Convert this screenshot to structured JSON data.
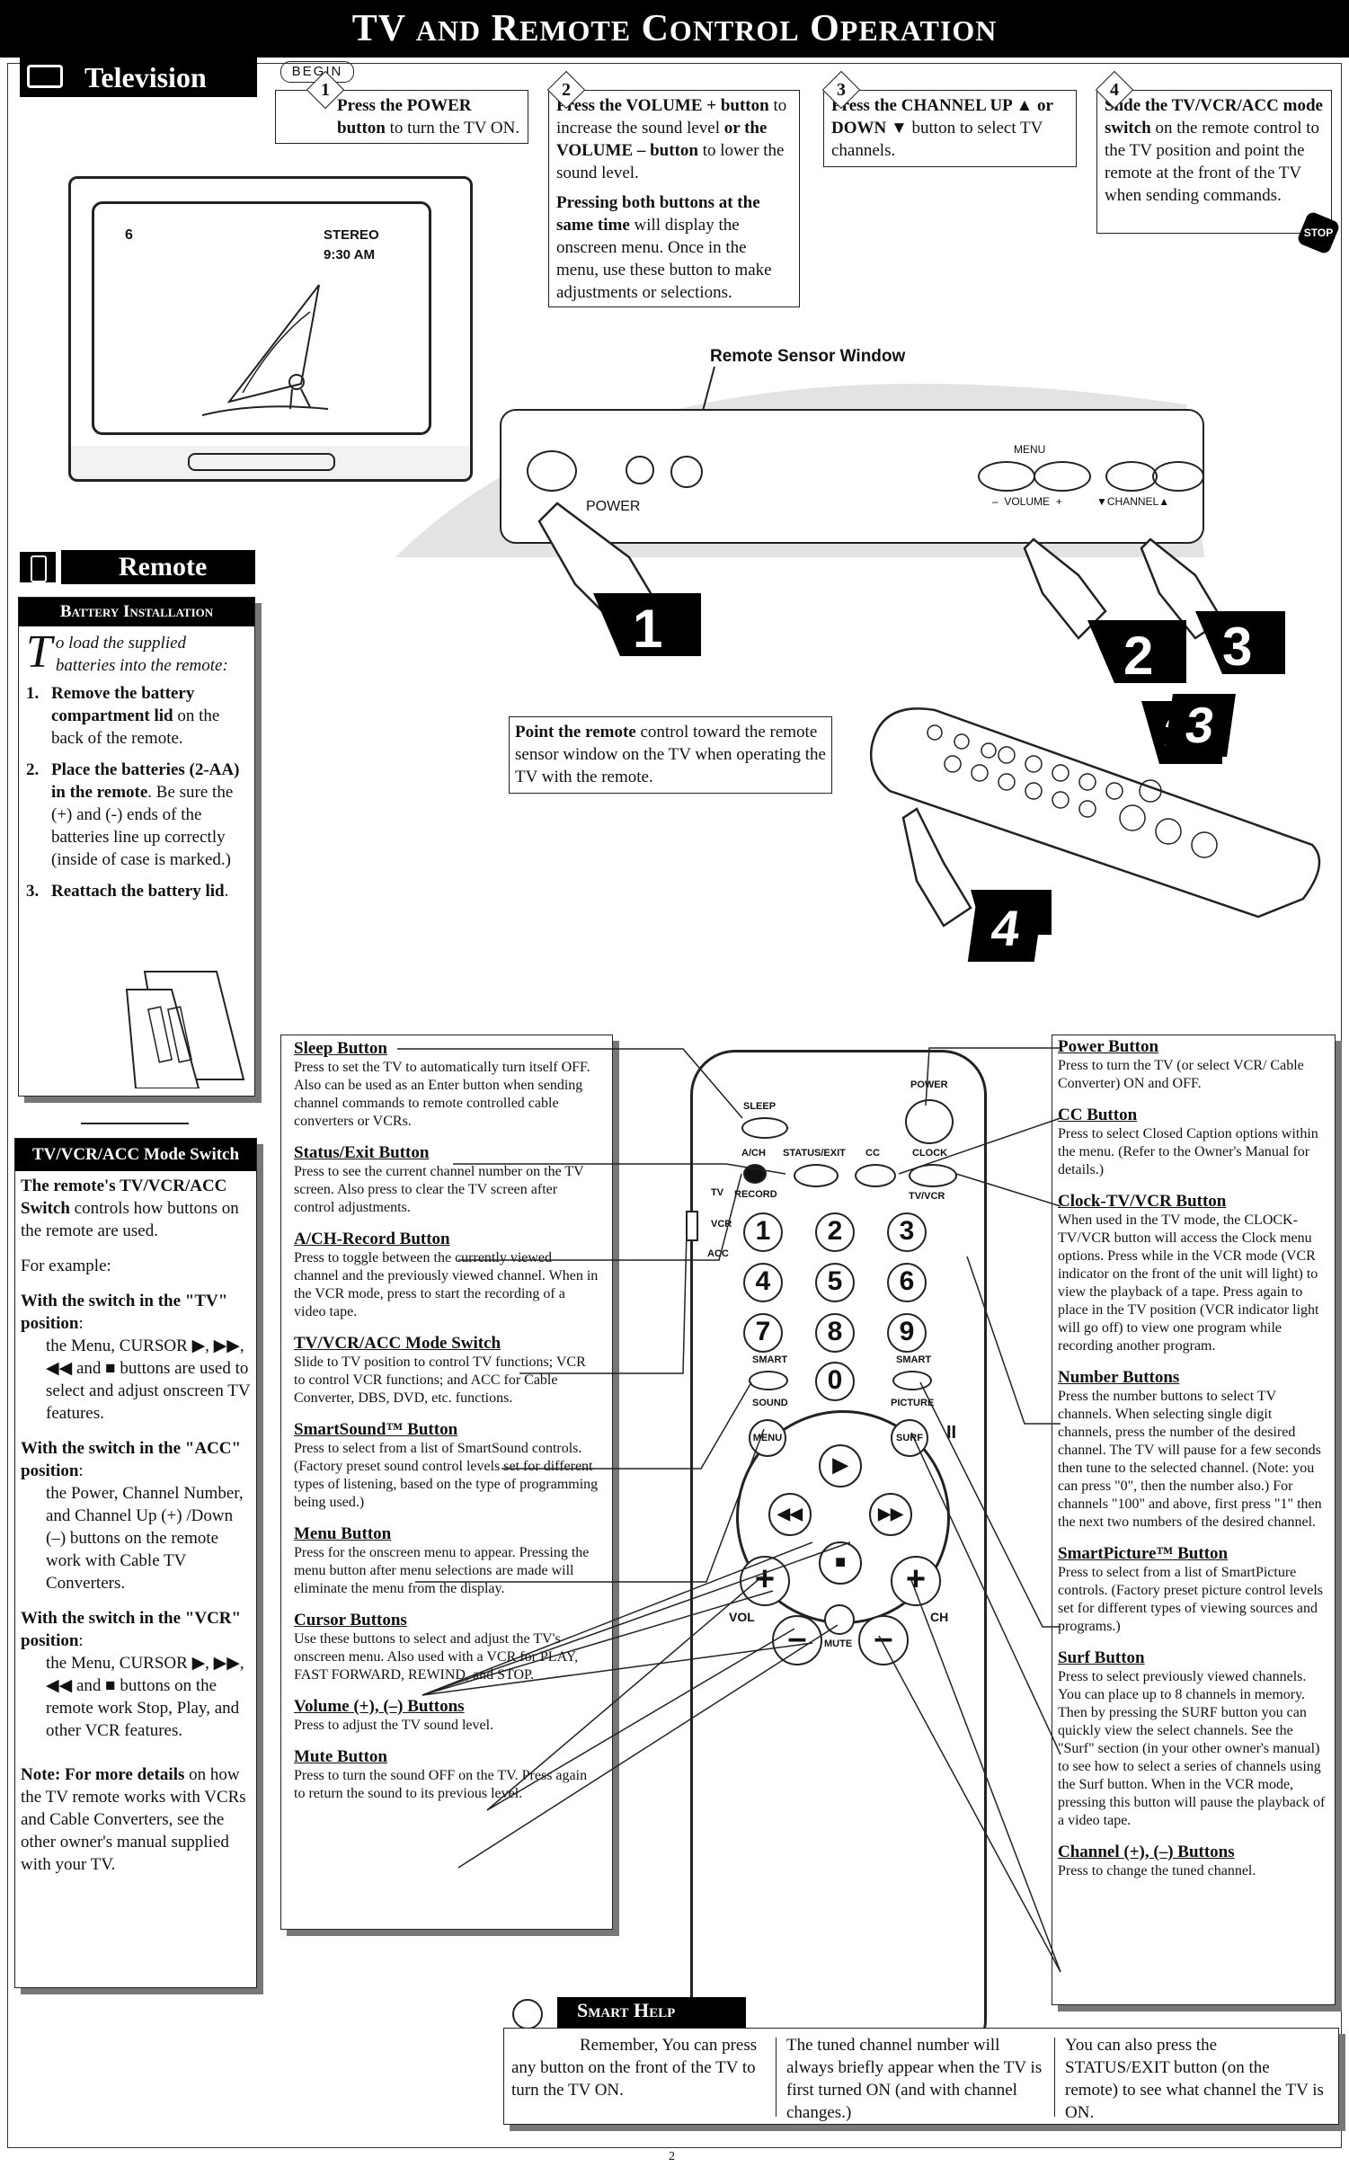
{
  "page_title": "TV and Remote Control Operation",
  "television": {
    "label": "Television",
    "begin": "BEGIN",
    "stop": "STOP",
    "screen_channel": "6",
    "screen_stereo": "STEREO",
    "screen_time": "9:30 AM",
    "sensor_label": "Remote Sensor Window",
    "panel_power": "POWER",
    "panel_menu": "MENU",
    "panel_volume": "–  VOLUME  +",
    "panel_channel": "▼CHANNEL▲",
    "steps": [
      {
        "num": "1",
        "bold": "Press the POWER button",
        "text": " to turn the TV ON."
      },
      {
        "num": "2",
        "bold": "Press the VOLUME + button",
        "text": " to increase the sound level ",
        "bold2": "or the VOLUME – button",
        "text2": " to lower the sound level.",
        "extra_bold": "Pressing both buttons at the same time",
        "extra_text": " will display the onscreen menu. Once in the menu, use these button to make adjustments or selections."
      },
      {
        "num": "3",
        "bold": "Press the CHANNEL UP ▲ or DOWN ▼",
        "text": " button to select TV channels."
      },
      {
        "num": "4",
        "bold": "Slide the TV/VCR/ACC mode switch",
        "text": " on the remote control to the TV position and point the remote at the front of the TV when sending commands."
      }
    ],
    "callout_numbers": [
      "1",
      "2",
      "3",
      "3",
      "4"
    ],
    "point_bold": "Point the remote",
    "point_text": " control toward the remote sensor window on the TV when operating the TV with the remote."
  },
  "remote": {
    "label": "Remote",
    "battery_header": "Battery Installation",
    "battery_intro_cap": "T",
    "battery_intro": "o load the supplied batteries into the remote:",
    "battery_steps": [
      {
        "n": "1.",
        "bold": "Remove the battery compartment lid",
        "text": " on the back of the remote."
      },
      {
        "n": "2.",
        "bold": "Place the batteries (2-AA) in the remote",
        "text": ". Be sure the (+) and (-) ends of the batteries line up correctly (inside of case is marked.)"
      },
      {
        "n": "3.",
        "bold": "Reattach the battery lid",
        "text": "."
      }
    ]
  },
  "mode_switch": {
    "header": "TV/VCR/ACC Mode Switch",
    "intro_bold": "The remote's TV/VCR/ACC Switch",
    "intro_text": " controls how buttons on the remote are used.",
    "example": "For example:",
    "tv_head": "With the switch in the \"TV\" position",
    "tv_text": "the Menu, CURSOR ▶, ▶▶, ◀◀ and ■ buttons are used to select and adjust onscreen TV features.",
    "acc_head": "With the switch in the \"ACC\" position",
    "acc_text": "the Power, Channel Number, and Channel Up (+) /Down (–) buttons on the remote work with Cable TV Converters.",
    "vcr_head": "With the switch in the \"VCR\" position",
    "vcr_text": "the Menu, CURSOR ▶, ▶▶, ◀◀ and ■ buttons on the remote work Stop, Play, and other VCR features.",
    "note_bold": "Note: For more details",
    "note_text": " on how the TV remote works with VCRs and Cable Converters, see the other owner's manual supplied with your TV."
  },
  "left_buttons": [
    {
      "title": "Sleep Button",
      "text": "Press to set the TV to automatically turn itself OFF. Also can be used as an Enter button when sending channel commands to remote controlled cable converters or VCRs."
    },
    {
      "title": "Status/Exit Button",
      "text": "Press to see the current channel number on the TV screen. Also press to clear the TV screen after control adjustments."
    },
    {
      "title": "A/CH-Record Button",
      "text": "Press to toggle between the currently viewed channel and the previously viewed channel. When in the VCR mode, press to start the recording of a video tape."
    },
    {
      "title": "TV/VCR/ACC Mode Switch",
      "text": "Slide to TV position to control TV functions; VCR to control VCR functions; and ACC for Cable Converter, DBS, DVD, etc. functions."
    },
    {
      "title": "SmartSound™ Button",
      "text": "Press to select from a list of SmartSound controls. (Factory preset sound control levels set for different types of listening, based on the type of programming being used.)"
    },
    {
      "title": "Menu Button",
      "text": "Press for the onscreen menu to appear. Pressing the menu button after menu selections are made will eliminate the menu from the display."
    },
    {
      "title": "Cursor Buttons",
      "text": "Use these buttons to select and adjust the TV's onscreen menu. Also used with a VCR for PLAY, FAST FORWARD, REWIND, and STOP."
    },
    {
      "title": "Volume (+), (–) Buttons",
      "text": "Press to adjust the TV sound level."
    },
    {
      "title": "Mute Button",
      "text": "Press to turn the sound OFF on the TV. Press again to return the sound to its previous level."
    }
  ],
  "right_buttons": [
    {
      "title": "Power Button",
      "text": "Press to turn the TV (or select VCR/ Cable Converter) ON and OFF."
    },
    {
      "title": "CC Button",
      "text": "Press to select Closed Caption options within the menu. (Refer to the Owner's Manual for details.)"
    },
    {
      "title": "Clock-TV/VCR Button",
      "text": "When used in the TV mode, the CLOCK-TV/VCR button will access the Clock menu options. Press while in the VCR mode (VCR indicator on the front of the unit will light) to view the playback of a tape. Press again to place in the TV position (VCR indicator light will go off) to view one program while recording another program."
    },
    {
      "title": "Number Buttons",
      "text": "Press the number buttons to select TV channels. When selecting single digit channels, press the number of the desired channel. The TV will pause for a few seconds then tune to the selected channel. (Note: you can press \"0\", then the number also.) For channels \"100\" and above, first press \"1\" then the next two numbers of the desired channel."
    },
    {
      "title": "SmartPicture™ Button",
      "text": "Press to select from a list of SmartPicture controls. (Factory preset picture control levels set for different types of viewing sources and programs.)"
    },
    {
      "title": "Surf Button",
      "text": "Press to select previously viewed channels. You can place up to 8 channels in memory. Then by pressing the SURF button you can quickly view the select channels. See the \"Surf\" section (in your other owner's manual) to see how to select a series of channels using the Surf button. When in the VCR mode, pressing this button will pause the playback of a video tape."
    },
    {
      "title": "Channel (+), (–) Buttons",
      "text": "Press to change the tuned channel."
    }
  ],
  "remote_labels": {
    "sleep": "SLEEP",
    "power": "POWER",
    "ach": "A/CH",
    "status": "STATUS/EXIT",
    "cc": "CC",
    "clock": "CLOCK",
    "tv": "TV",
    "record": "RECORD",
    "tvvcr": "TV/VCR",
    "vcr": "VCR",
    "acc": "ACC",
    "smart1": "SMART",
    "sound": "SOUND",
    "smart2": "SMART",
    "picture": "PICTURE",
    "menu": "MENU",
    "surf": "SURF",
    "pause": "II",
    "vol": "VOL",
    "ch": "CH",
    "mute": "MUTE",
    "digits": [
      "1",
      "2",
      "3",
      "4",
      "5",
      "6",
      "7",
      "8",
      "9",
      "0"
    ]
  },
  "smart_help": {
    "header": "Smart Help",
    "col1": "Remember, You can press any button on the front of the TV to turn the TV ON.",
    "col2": "The tuned channel number will always briefly appear when the TV is first turned ON (and with channel changes.)",
    "col3": "You can also press the STATUS/EXIT button (on the remote) to see what channel the TV is ON."
  },
  "page_number": "2"
}
